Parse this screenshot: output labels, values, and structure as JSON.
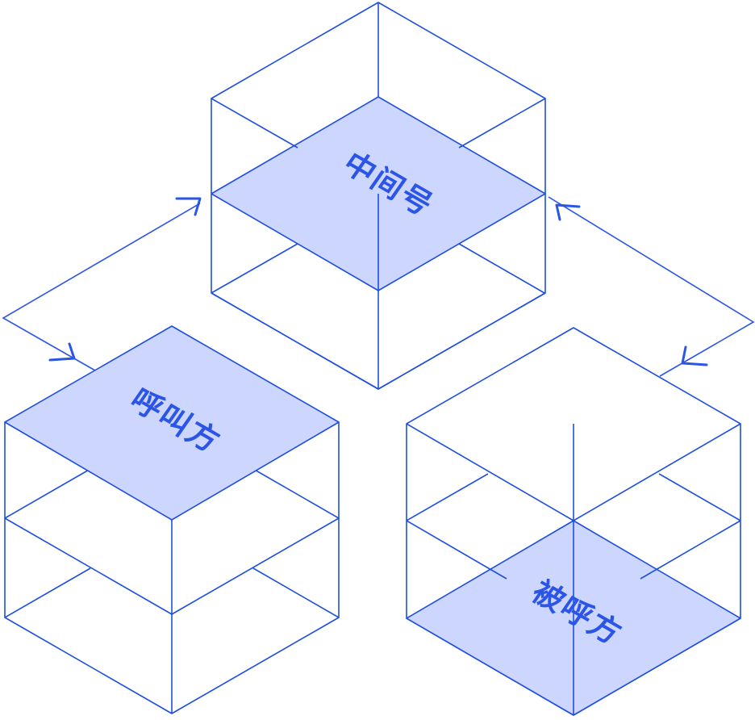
{
  "colors": {
    "line": "#1f4fe0",
    "plane_fill": "#cdd6ff",
    "text": "#2b55e6",
    "background": "#ffffff"
  },
  "nodes": {
    "middle": {
      "label": "中间号"
    },
    "caller": {
      "label": "呼叫方"
    },
    "callee": {
      "label": "被呼方"
    }
  },
  "arrows": [
    {
      "from": "caller",
      "to": "middle",
      "bidirectional": true
    },
    {
      "from": "middle",
      "to": "callee",
      "bidirectional": true
    }
  ]
}
